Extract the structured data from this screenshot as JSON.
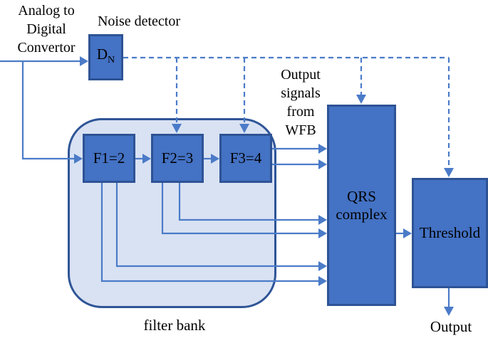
{
  "diagram": {
    "nodes": {
      "adc_label": {
        "lines": [
          "Analog to",
          "Digital",
          "Convertor"
        ]
      },
      "noise_detector_label": "Noise detector",
      "dn_box": {
        "main": "D",
        "sub": "N"
      },
      "filters": [
        {
          "label": "F1=2"
        },
        {
          "label": "F2=3"
        },
        {
          "label": "F3=4"
        }
      ],
      "filter_bank_label": "filter bank",
      "wfb_label": {
        "lines": [
          "Output",
          "signals",
          "from",
          "WFB"
        ]
      },
      "qrs_box": {
        "lines": [
          "QRS",
          "complex"
        ]
      },
      "threshold_label": "Threshold",
      "output_label": "Output"
    },
    "edges": [
      {
        "from": "analog-input",
        "to": "noise-detector",
        "style": "solid"
      },
      {
        "from": "analog-input",
        "to": "filter-f1",
        "style": "solid"
      },
      {
        "from": "filter-f1",
        "to": "filter-f2",
        "style": "solid"
      },
      {
        "from": "filter-f2",
        "to": "filter-f3",
        "style": "solid"
      },
      {
        "from": "filter-f3",
        "to": "qrs-complex",
        "style": "solid",
        "count": 2
      },
      {
        "from": "filter-f2",
        "to": "qrs-complex",
        "style": "solid",
        "count": 2
      },
      {
        "from": "filter-f1",
        "to": "qrs-complex",
        "style": "solid",
        "count": 2
      },
      {
        "from": "noise-detector",
        "to": "filter-f2",
        "style": "dashed"
      },
      {
        "from": "noise-detector",
        "to": "filter-f3",
        "style": "dashed"
      },
      {
        "from": "noise-detector",
        "to": "qrs-complex",
        "style": "dashed"
      },
      {
        "from": "noise-detector",
        "to": "threshold",
        "style": "dashed"
      },
      {
        "from": "qrs-complex",
        "to": "threshold",
        "style": "solid"
      },
      {
        "from": "threshold",
        "to": "output",
        "style": "solid"
      }
    ],
    "colors": {
      "node-fill": "#4472C4",
      "node-border": "#2E5395",
      "bank-fill": "#D9E2F3",
      "bank-border": "#2F5597",
      "line": "#4B7BC8",
      "text": "#000000"
    }
  }
}
